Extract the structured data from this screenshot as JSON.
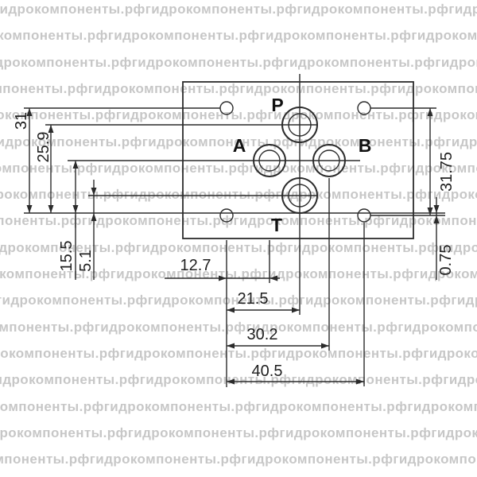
{
  "watermark": {
    "text": "гидрокомпоненты.рф",
    "color": "#c7c7c7"
  },
  "ports": {
    "p": "P",
    "a": "A",
    "b": "B",
    "t": "T"
  },
  "dims": {
    "v31": "31",
    "v25_9": "25.9",
    "v15_5": "15.5",
    "v5_1": "5.1",
    "v31_75": "31.75",
    "v0_75": "0.75",
    "h12_7": "12.7",
    "h21_5": "21.5",
    "h30_2": "30.2",
    "h40_5": "40.5"
  },
  "line_color": "#2b2b2b"
}
